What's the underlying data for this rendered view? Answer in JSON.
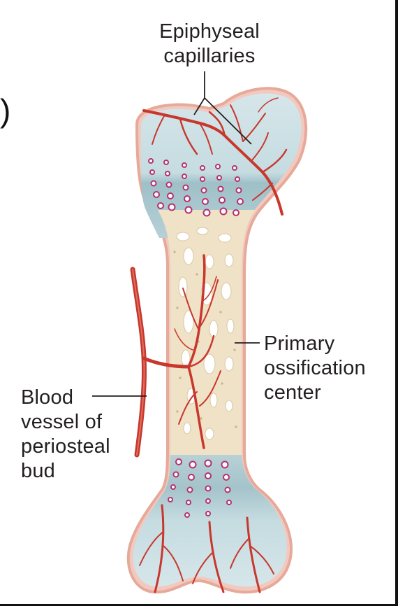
{
  "labels": {
    "epiphyseal": [
      "Epiphyseal",
      "capillaries"
    ],
    "primary": [
      "Primary",
      "ossification",
      "center"
    ],
    "blood_vessel": [
      "Blood",
      "vessel of",
      "periosteal",
      "bud"
    ],
    "fragment": ")"
  },
  "colors": {
    "spongy_bone": "#efe2c6",
    "cartilage": "#c9dde2",
    "cartilage_dark": "#9fc0c8",
    "blood_vessel": "#c8372d",
    "periosteum": "#e6a99a",
    "cell": "#b5306e",
    "text": "#231f20"
  }
}
